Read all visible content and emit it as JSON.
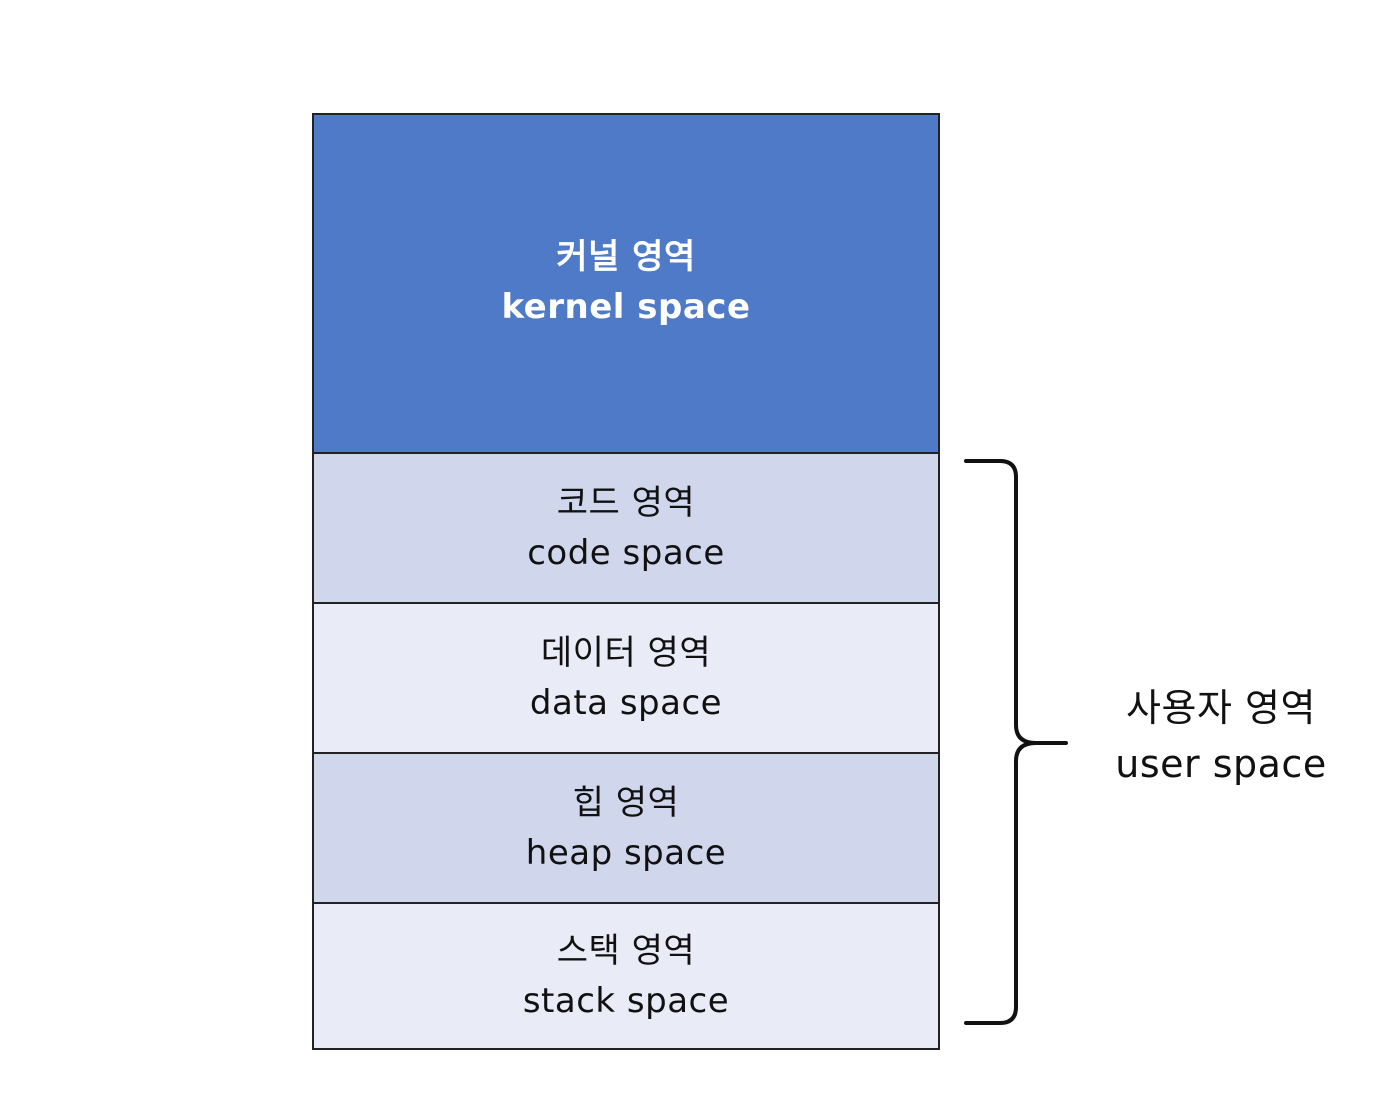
{
  "diagram": {
    "segments": [
      {
        "key": "kernel",
        "label_ko": "커널 영역",
        "label_en": "kernel space"
      },
      {
        "key": "code",
        "label_ko": "코드 영역",
        "label_en": "code space"
      },
      {
        "key": "data",
        "label_ko": "데이터 영역",
        "label_en": "data space"
      },
      {
        "key": "heap",
        "label_ko": "힙 영역",
        "label_en": "heap space"
      },
      {
        "key": "stack",
        "label_ko": "스택 영역",
        "label_en": "stack space"
      }
    ],
    "user_space": {
      "label_ko": "사용자 영역",
      "label_en": "user space"
    },
    "colors": {
      "kernel": "#4f7ac7",
      "code": "#d0d6ec",
      "data": "#e9ebf6",
      "heap": "#d0d6ec",
      "stack": "#e9ebf6",
      "border": "#222222"
    }
  }
}
